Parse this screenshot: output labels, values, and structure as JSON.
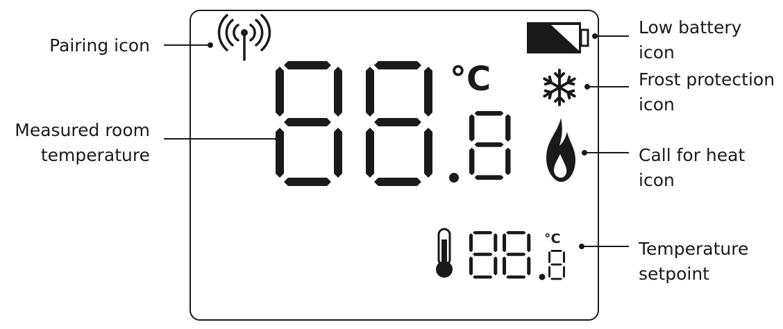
{
  "display": {
    "main_digits": "88.8",
    "main_unit": "°C",
    "setpoint_digits": "88.8",
    "setpoint_unit": "°C"
  },
  "icons": [
    "pairing-icon",
    "low-battery-icon",
    "frost-protection-icon",
    "call-for-heat-icon",
    "thermometer-icon"
  ],
  "labels": {
    "pairing": [
      "Pairing icon"
    ],
    "measured": [
      "Measured room",
      "temperature"
    ],
    "battery": [
      "Low battery",
      "icon"
    ],
    "frost": [
      "Frost protection",
      "icon"
    ],
    "heat": [
      "Call for heat",
      "icon"
    ],
    "setpoint": [
      "Temperature",
      "setpoint"
    ]
  }
}
